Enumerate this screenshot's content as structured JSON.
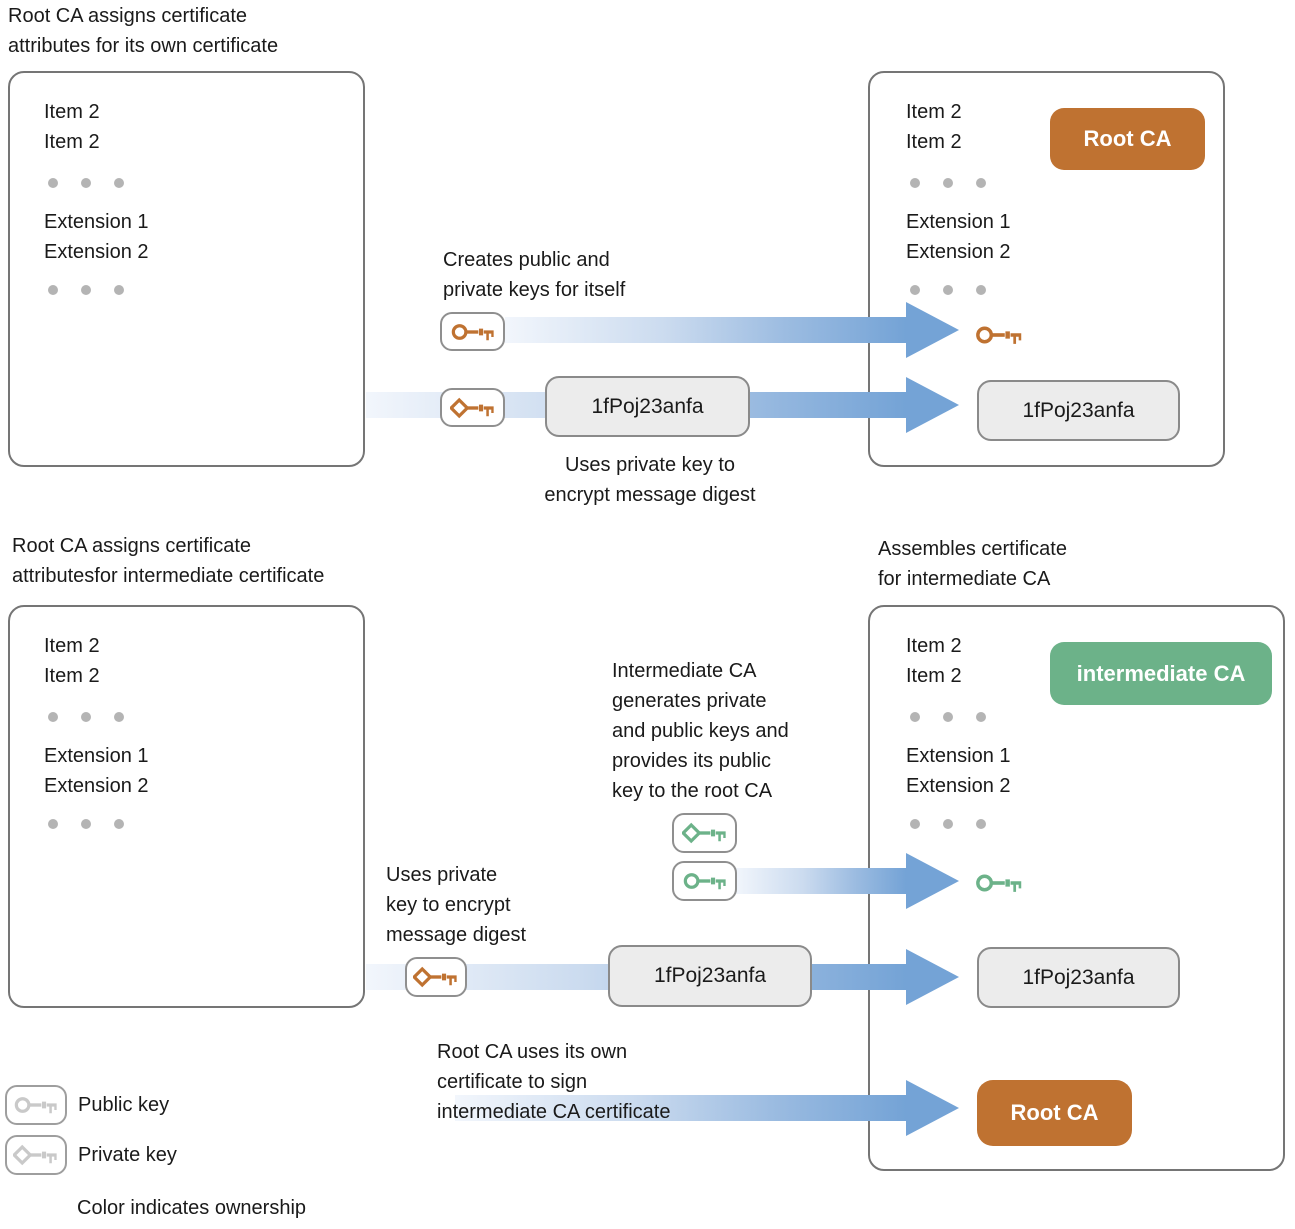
{
  "top_section": {
    "left_label": "Root CA assigns certificate\nattributes for its own certificate",
    "creates_keys_note": "Creates public and\nprivate keys for itself",
    "uses_private_key_note": "Uses private key to\nencrypt message digest",
    "signature": "1fPoj23anfa",
    "left_cert": {
      "items": [
        "Item 2",
        "Item 2"
      ],
      "extensions": [
        "Extension 1",
        "Extension 2"
      ]
    },
    "right_cert": {
      "items": [
        "Item 2",
        "Item 2"
      ],
      "badge": "Root CA",
      "extensions": [
        "Extension 1",
        "Extension 2"
      ],
      "signature": "1fPoj23anfa"
    }
  },
  "bottom_section": {
    "left_label": "Root CA assigns certificate\nattributesfor intermediate certificate",
    "right_label": "Assembles certificate\nfor intermediate CA",
    "intermediate_keys_note": "Intermediate CA\ngenerates private\nand public keys and\nprovides its public\nkey to the root CA",
    "uses_private_key_note": "Uses private\nkey to encrypt\nmessage digest",
    "root_signs_note": "Root CA uses its own\ncertificate to sign\nintermediate CA certificate",
    "signature": "1fPoj23anfa",
    "left_cert": {
      "items": [
        "Item 2",
        "Item 2"
      ],
      "extensions": [
        "Extension 1",
        "Extension 2"
      ]
    },
    "right_cert": {
      "items": [
        "Item 2",
        "Item 2"
      ],
      "badge": "intermediate CA",
      "extensions": [
        "Extension 1",
        "Extension 2"
      ],
      "signature": "1fPoj23anfa",
      "signer_badge": "Root CA"
    }
  },
  "legend": {
    "public_key_label": "Public key",
    "private_key_label": "Private key",
    "ownership_note": "Color indicates ownership"
  },
  "colors": {
    "root_ca_orange": "#bf7231",
    "intermediate_ca_green": "#6cb289",
    "neutral_key_gray": "#c9c9c9",
    "arrow_blue": "#74a3d6"
  }
}
